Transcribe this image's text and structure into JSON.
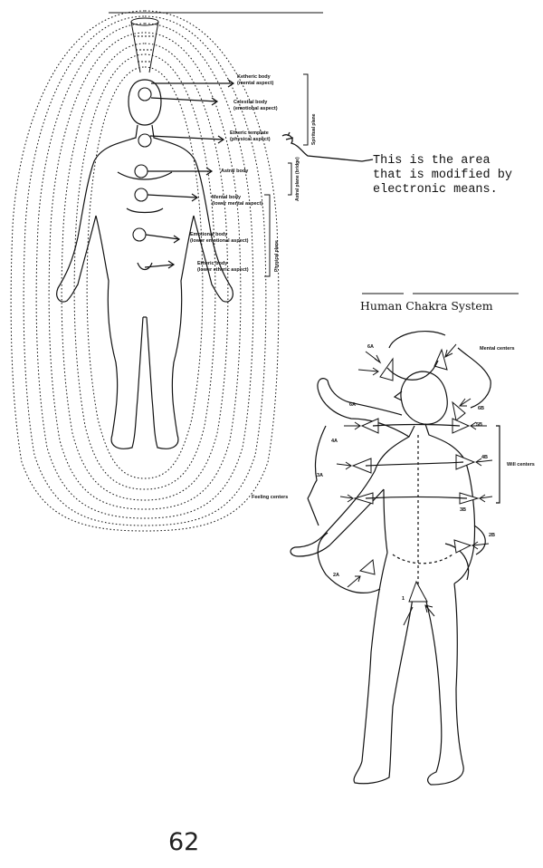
{
  "subtle_bodies": {
    "layers": [
      {
        "name": "Ketheric body",
        "aspect": "(mental aspect)"
      },
      {
        "name": "Celestial body",
        "aspect": "(emotional aspect)"
      },
      {
        "name": "Etheric template",
        "aspect": "(physical aspect)"
      },
      {
        "name": "Astral body",
        "aspect": ""
      },
      {
        "name": "Mental body",
        "aspect": "(lower mental aspect)"
      },
      {
        "name": "Emotional body",
        "aspect": "(lower emotional aspect)"
      },
      {
        "name": "Etheric body",
        "aspect": "(lower etheric aspect)"
      }
    ],
    "planes": {
      "spiritual": "Spiritual plane",
      "astral": "Astral plane (bridge)",
      "physical": "Physical plane"
    }
  },
  "note": {
    "line1": "This is the area",
    "line2": "that is modified by",
    "line3": "electronic means."
  },
  "chakra_system": {
    "title": "Human Chakra System",
    "labels": {
      "l6a": "6A",
      "l6a2": "6A",
      "l5a": "4A",
      "l3a": "3A",
      "l2a": "2A",
      "l1": "1",
      "l6b": "6B",
      "l5b": "5B",
      "l4b": "4B",
      "l3b": "3B",
      "l2b": "2B",
      "mental_centers": "Mental centers",
      "will_centers": "Will centers",
      "feeling_centers": "Feeling centers"
    }
  },
  "page_number": "62"
}
